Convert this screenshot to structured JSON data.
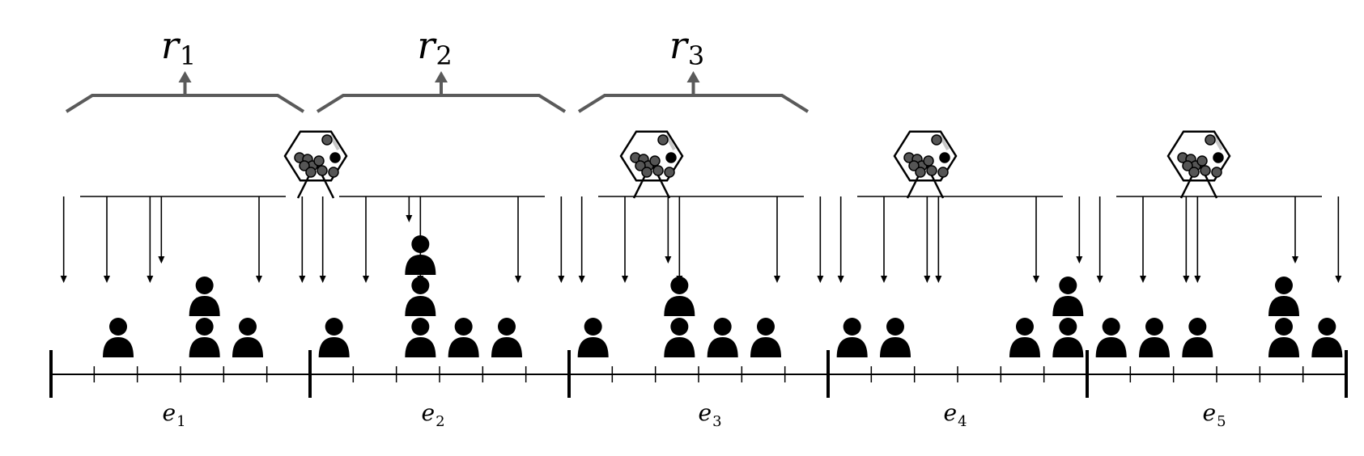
{
  "diagram": {
    "colors": {
      "ink": "#000000",
      "bracket": "#5a5a5a",
      "ball": "#555555",
      "glass": "#c8c8c8"
    },
    "icons": {
      "person": "person-icon",
      "lottery": "lottery-drum-icon",
      "draw_arrow": "down-arrow-icon",
      "round_arrow": "up-arrow-icon"
    },
    "rounds": [
      {
        "label": "r",
        "sub": "1"
      },
      {
        "label": "r",
        "sub": "2"
      },
      {
        "label": "r",
        "sub": "3"
      }
    ],
    "epochs": [
      {
        "label": "e",
        "sub": "1",
        "people": [
          0,
          1,
          0,
          2,
          1,
          0
        ],
        "arrows": [
          1,
          1,
          1,
          1,
          1,
          1
        ],
        "lottery": false
      },
      {
        "label": "e",
        "sub": "2",
        "people": [
          1,
          0,
          3,
          1,
          1,
          0
        ],
        "arrows": [
          1,
          1,
          1,
          1,
          1,
          1
        ],
        "lottery": true
      },
      {
        "label": "e",
        "sub": "3",
        "people": [
          1,
          0,
          2,
          1,
          1,
          0
        ],
        "arrows": [
          1,
          1,
          1,
          1,
          1,
          1
        ],
        "lottery": true
      },
      {
        "label": "e",
        "sub": "4",
        "people": [
          1,
          1,
          0,
          0,
          1,
          2
        ],
        "arrows": [
          1,
          1,
          1,
          1,
          1,
          1
        ],
        "lottery": true
      },
      {
        "label": "e",
        "sub": "5",
        "people": [
          1,
          1,
          1,
          0,
          2,
          1
        ],
        "arrows": [
          1,
          1,
          1,
          1,
          1,
          1
        ],
        "lottery": true
      }
    ]
  }
}
